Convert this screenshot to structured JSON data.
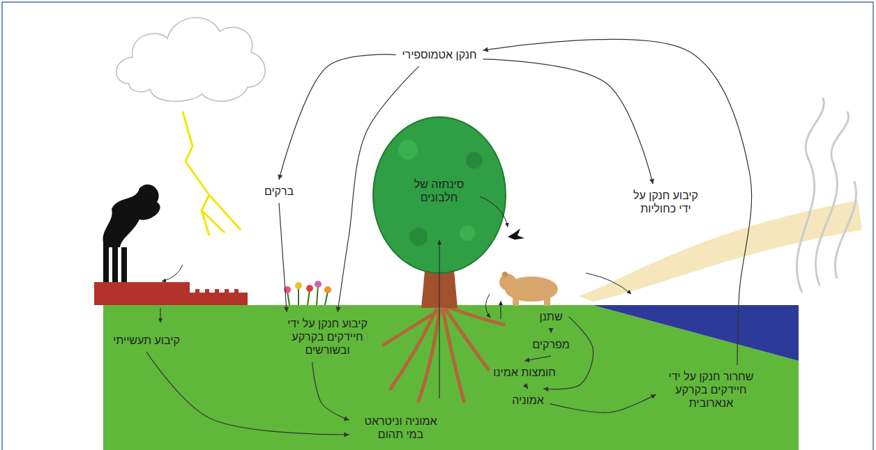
{
  "diagram": {
    "nodes": [
      {
        "text": [
          "חנקן אטמוספירי"
        ]
      },
      {
        "text": [
          "ברקים"
        ]
      },
      {
        "text": [
          "סינתזה של חלבונים"
        ]
      },
      {
        "text": [
          "קיבוע חנקן על ידי כחוליות"
        ]
      },
      {
        "text": [
          "קיבוע תעשייתי"
        ]
      },
      {
        "text": [
          "קיבוע חנקן על ידי חיידקים בקרקע ובשורשים"
        ]
      },
      {
        "text": [
          "שתנן"
        ]
      },
      {
        "text": [
          "מפרקים"
        ]
      },
      {
        "text": [
          "חומצות אמינו"
        ]
      },
      {
        "text": [
          "אמוניה"
        ]
      },
      {
        "text": [
          "שחרור חנקן על ידי חיידקים בקרקע אנארובית"
        ]
      },
      {
        "text": [
          "אמוניה וניטראט במי תהום"
        ]
      }
    ],
    "edges": [
      {
        "from": 0,
        "to": 1,
        "arrow": "to"
      },
      {
        "from": 0,
        "to": 5,
        "arrow": "to"
      },
      {
        "from": 1,
        "to": 5,
        "arrow": "to"
      },
      {
        "from": 0,
        "to": 3,
        "arrow": "to"
      },
      {
        "from": 4,
        "to": 11,
        "arrow": "to"
      },
      {
        "from": 5,
        "to": 11,
        "arrow": "to"
      },
      {
        "from": 6,
        "to": 7,
        "arrow": "to"
      },
      {
        "from": 7,
        "to": 8,
        "arrow": "to"
      },
      {
        "from": 8,
        "to": 9,
        "arrow": "to"
      },
      {
        "from": 6,
        "to": 9,
        "arrow": "to"
      },
      {
        "from": 9,
        "to": 10,
        "arrow": "to"
      },
      {
        "from": 10,
        "to": 0,
        "arrow": "to"
      }
    ]
  }
}
